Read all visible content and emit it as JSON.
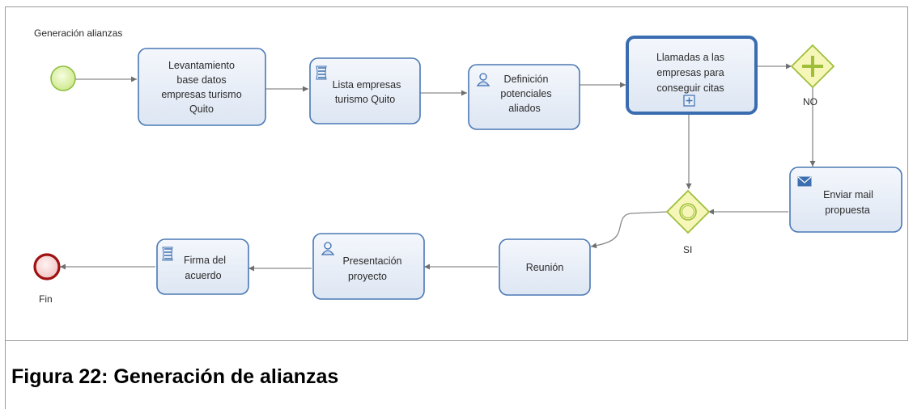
{
  "diagram": {
    "pool_title": "Generación alianzas",
    "tasks": [
      {
        "id": "levantamiento",
        "lines": [
          "Levantamiento",
          "base datos",
          "empresas turismo",
          "Quito"
        ],
        "marker": "none"
      },
      {
        "id": "lista",
        "lines": [
          "Lista empresas",
          "turismo Quito"
        ],
        "marker": "script"
      },
      {
        "id": "definicion",
        "lines": [
          "Definición",
          "potenciales",
          "aliados"
        ],
        "marker": "user"
      },
      {
        "id": "llamadas",
        "lines": [
          "Llamadas a las",
          "empresas para",
          "conseguir citas"
        ],
        "marker": "subprocess"
      },
      {
        "id": "enviar",
        "lines": [
          "Enviar mail",
          "propuesta"
        ],
        "marker": "send"
      },
      {
        "id": "reunion",
        "lines": [
          "Reunión"
        ],
        "marker": "none"
      },
      {
        "id": "presentacion",
        "lines": [
          "Presentación",
          "proyecto"
        ],
        "marker": "user"
      },
      {
        "id": "firma",
        "lines": [
          "Firma del",
          "acuerdo"
        ],
        "marker": "script"
      }
    ],
    "gateways": [
      {
        "id": "gateway-parallel",
        "type": "parallel",
        "label": "NO"
      },
      {
        "id": "gateway-event",
        "type": "event",
        "label": "SI"
      }
    ],
    "end_label": "Fin",
    "colors": {
      "task_fill": "#e8eef7",
      "task_stroke": "#4a78b4",
      "gateway_fill": "#f5f6b8",
      "gateway_stroke": "#9fbf3a",
      "start_fill": "#e4f5b4",
      "start_stroke": "#8cbf3f",
      "end_fill": "#f7dada",
      "end_stroke": "#a01010",
      "flow": "#8a8a8a"
    }
  },
  "caption": "Figura 22: Generación de alianzas"
}
